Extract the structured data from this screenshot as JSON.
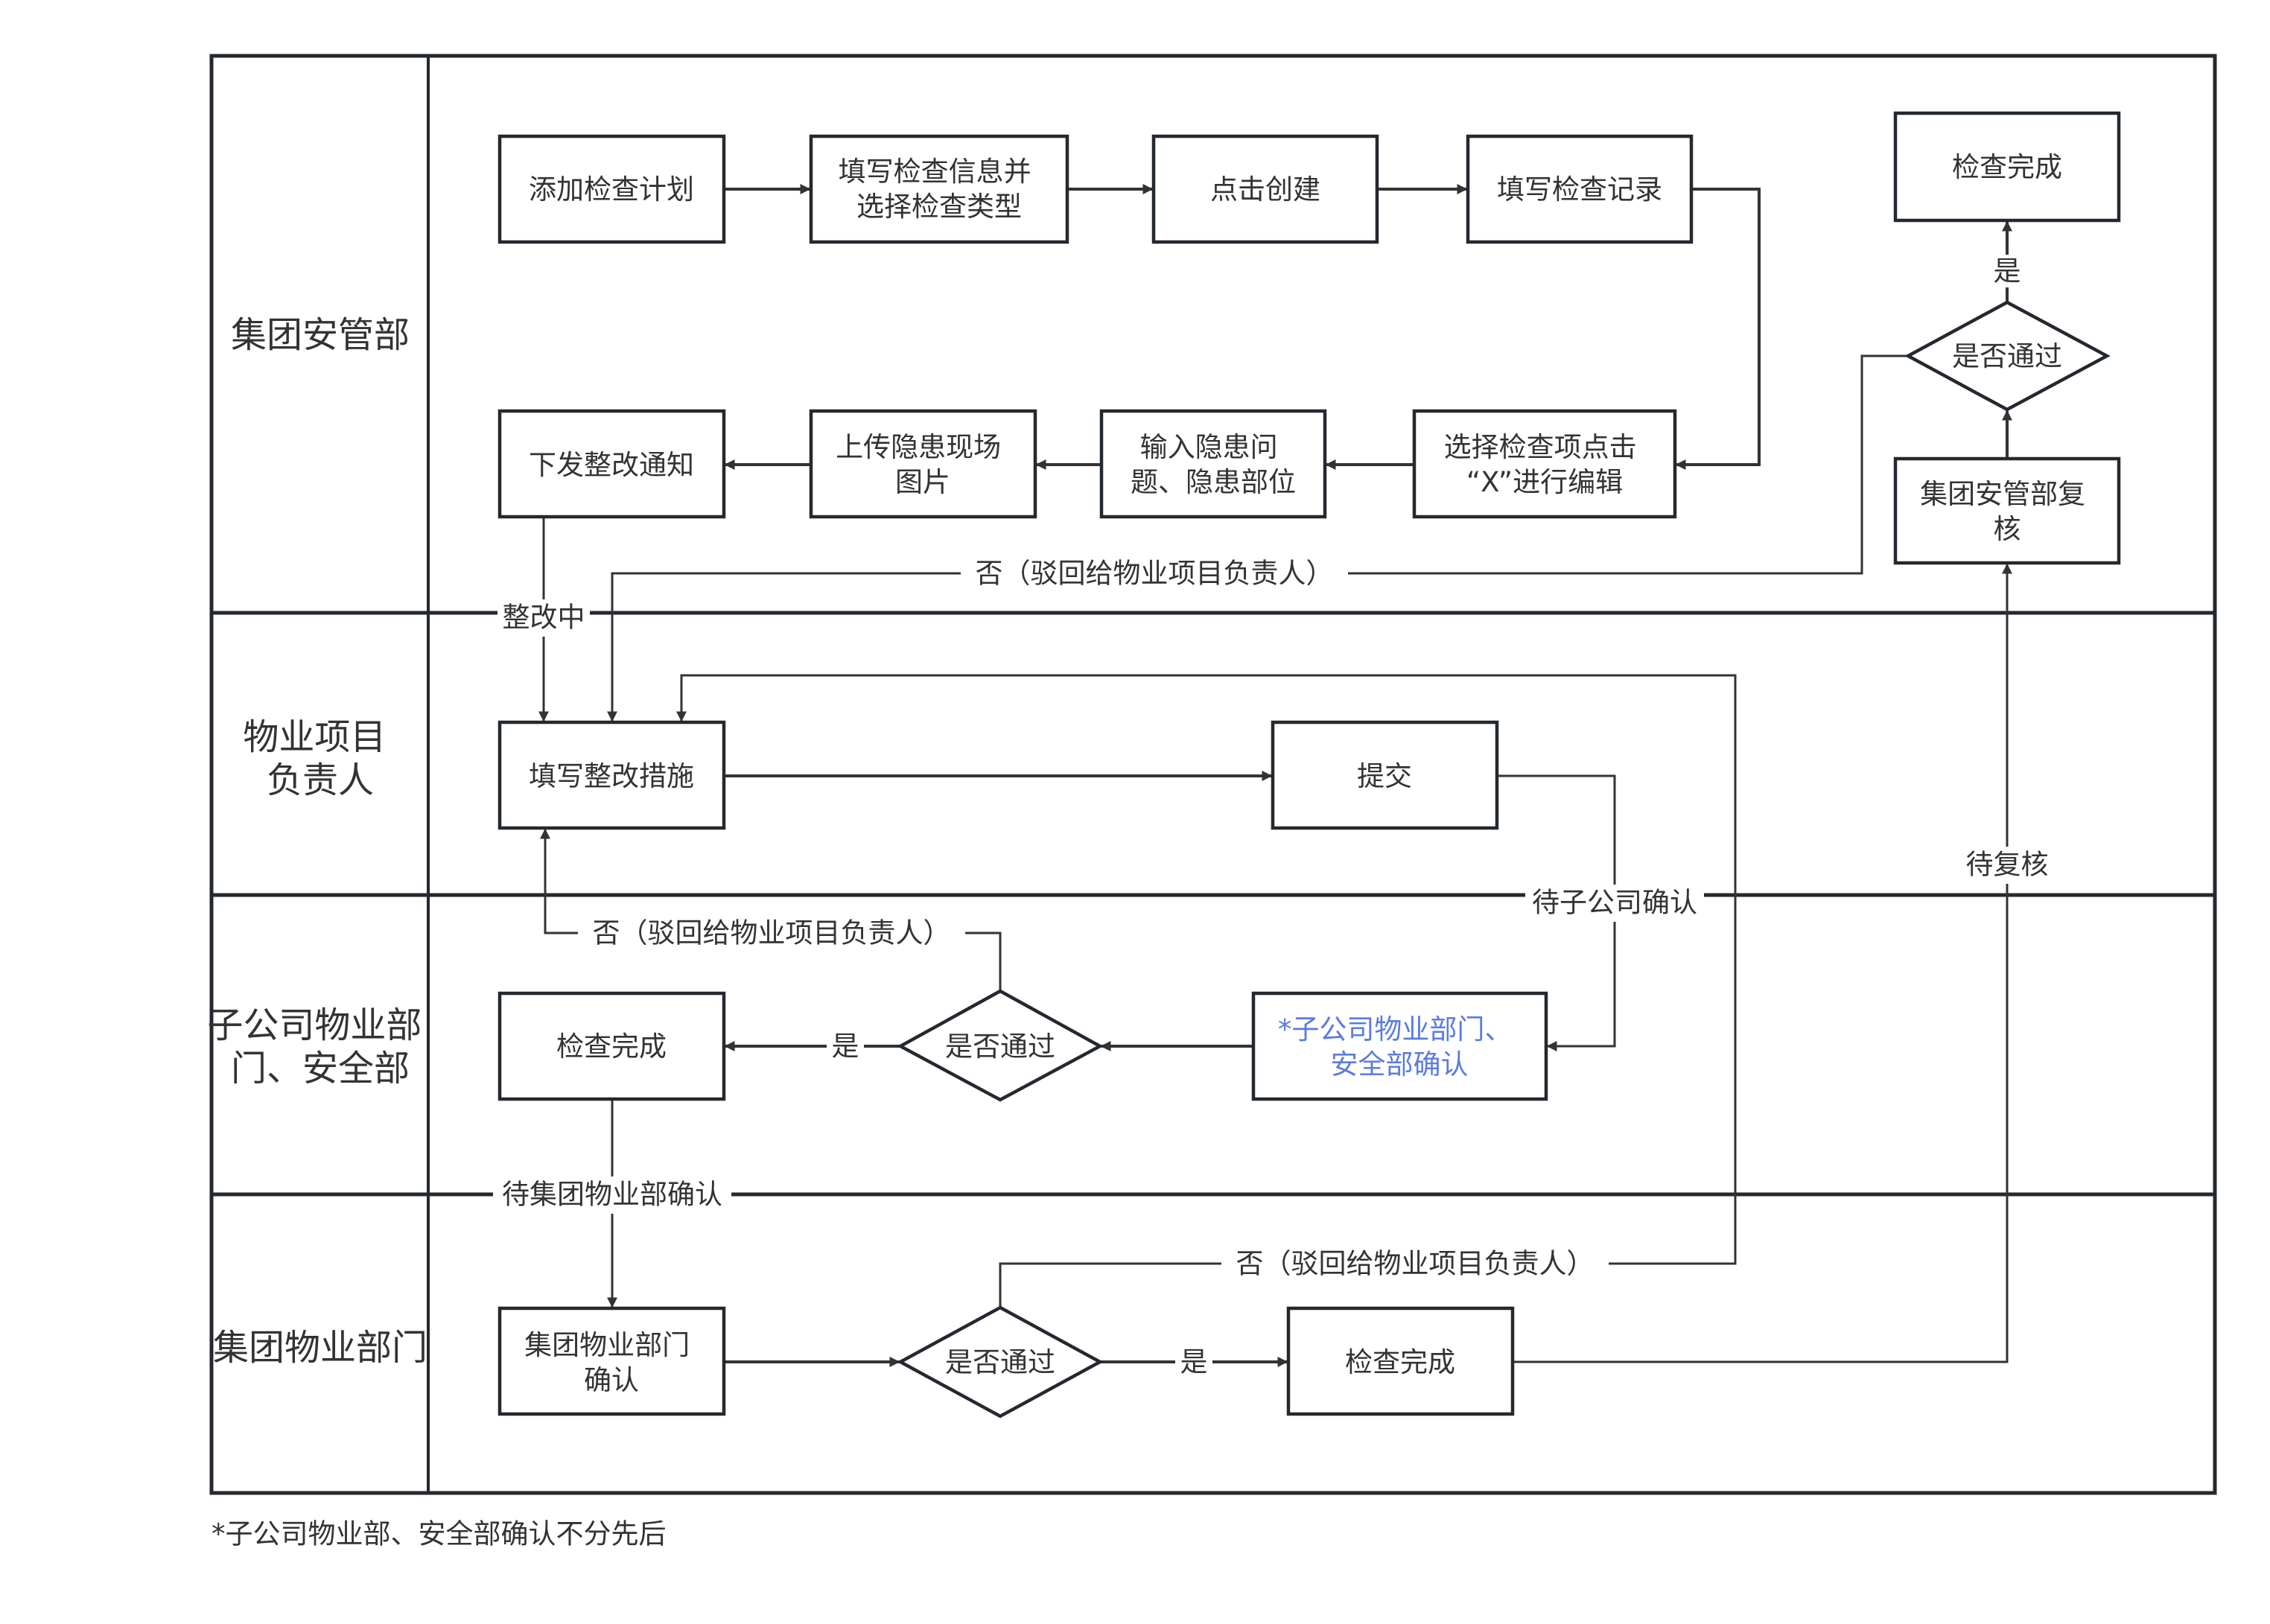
{
  "lanes": [
    {
      "label_lines": [
        "集团安管部"
      ]
    },
    {
      "label_lines": [
        "物业项目",
        "负责人"
      ]
    },
    {
      "label_lines": [
        "子公司物业部",
        "门、安全部"
      ]
    },
    {
      "label_lines": [
        "集团物业部门"
      ]
    }
  ],
  "nodes": {
    "add_plan": {
      "lines": [
        "添加检查计划"
      ]
    },
    "fill_info": {
      "lines": [
        "填写检查信息并",
        "选择检查类型"
      ]
    },
    "click_create": {
      "lines": [
        "点击创建"
      ]
    },
    "fill_record": {
      "lines": [
        "填写检查记录"
      ]
    },
    "select_item": {
      "lines": [
        "选择检查项点击",
        "“X”进行编辑"
      ]
    },
    "input_hazard": {
      "lines": [
        "输入隐患问",
        "题、隐患部位"
      ]
    },
    "upload_photo": {
      "lines": [
        "上传隐患现场",
        "图片"
      ]
    },
    "issue_notice": {
      "lines": [
        "下发整改通知"
      ]
    },
    "review": {
      "lines": [
        "集团安管部复",
        "核"
      ]
    },
    "decision_top": {
      "lines": [
        "是否通过"
      ]
    },
    "done_top": {
      "lines": [
        "检查完成"
      ]
    },
    "fill_measures": {
      "lines": [
        "填写整改措施"
      ]
    },
    "submit": {
      "lines": [
        "提交"
      ]
    },
    "sub_confirm": {
      "lines": [
        "*子公司物业部门、",
        "安全部确认"
      ],
      "color": "#5b7be0"
    },
    "decision_sub": {
      "lines": [
        "是否通过"
      ]
    },
    "done_sub": {
      "lines": [
        "检查完成"
      ]
    },
    "group_confirm": {
      "lines": [
        "集团物业部门",
        "确认"
      ]
    },
    "decision_group": {
      "lines": [
        "是否通过"
      ]
    },
    "done_group": {
      "lines": [
        "检查完成"
      ]
    }
  },
  "edge_labels": {
    "rectifying": "整改中",
    "reject_top": "否（驳回给物业项目负责人）",
    "yes_top": "是",
    "pending_sub": "待子公司确认",
    "pending_review": "待复核",
    "reject_sub": "否（驳回给物业项目负责人）",
    "yes_sub": "是",
    "pending_group": "待集团物业部确认",
    "reject_group": "否（驳回给物业项目负责人）",
    "yes_group": "是"
  },
  "footnote": "*子公司物业部、安全部确认不分先后",
  "colors": {
    "line": "#23292f",
    "text": "#333333",
    "highlight": "#5b7be0"
  }
}
